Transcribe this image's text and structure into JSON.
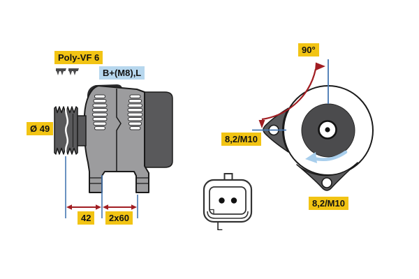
{
  "title": "Alternator technical line drawing",
  "views": {
    "side_view": "side profile with ribbed pulley and mounting feet",
    "rear_view": "rear view with two mounting lugs and rotation direction",
    "connector_view": "2-pin plug connector, pin L"
  },
  "labels": {
    "belt_type": "Poly-VF 6",
    "terminals": "B+(M8),L",
    "pulley_diameter": "Ø 49",
    "dim_pulley_to_foot": "42",
    "dim_foot_spacing": "2x60",
    "mounting_angle": "90°",
    "hole_left": "8,2/M10",
    "hole_bottom": "8,2/M10",
    "connector_pin": "L"
  },
  "icons": {
    "belt_profile": "v-ribbed-belt-icon",
    "rotation": "rotation-direction-arrow-icon",
    "angle_arc": "angle-arc-arrow-icon",
    "dimension_arrows": "dimension-arrow-icon"
  },
  "colors": {
    "label_yellow": "#F2C414",
    "label_blue": "#B7D7EE",
    "dimension_line_blue": "#4577B2",
    "arrow_red": "#A11D22",
    "rotation_arrow_blue": "#A8CEEC",
    "body_gray": "#9C9C9E",
    "dark_gray": "#59595B",
    "inner_circle_gray": "#4B4B4D",
    "outline": "#1A1A1A",
    "background": "#FFFFFF"
  }
}
